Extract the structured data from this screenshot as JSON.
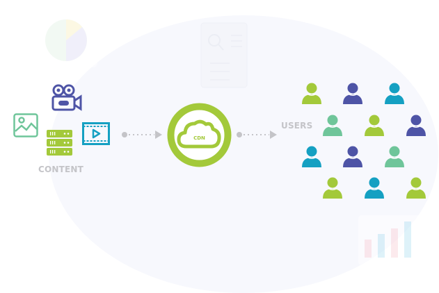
{
  "content_label": "CONTENT",
  "users_label": "USERS",
  "cdn_label": "CDN",
  "colors": {
    "green": "#a3c93a",
    "purple": "#4e54a6",
    "teal": "#15a0c2",
    "mint": "#6fc59a",
    "arrow": "#c4c4c8"
  },
  "content_icons": [
    "video-camera-icon",
    "image-icon",
    "server-icon",
    "video-player-icon"
  ],
  "users": [
    {
      "color": "green"
    },
    {
      "color": "purple"
    },
    {
      "color": "teal"
    },
    {
      "color": "mint"
    },
    {
      "color": "green"
    },
    {
      "color": "purple"
    },
    {
      "color": "teal"
    },
    {
      "color": "purple"
    },
    {
      "color": "mint"
    },
    {
      "color": "green"
    },
    {
      "color": "teal"
    },
    {
      "color": "green"
    }
  ]
}
